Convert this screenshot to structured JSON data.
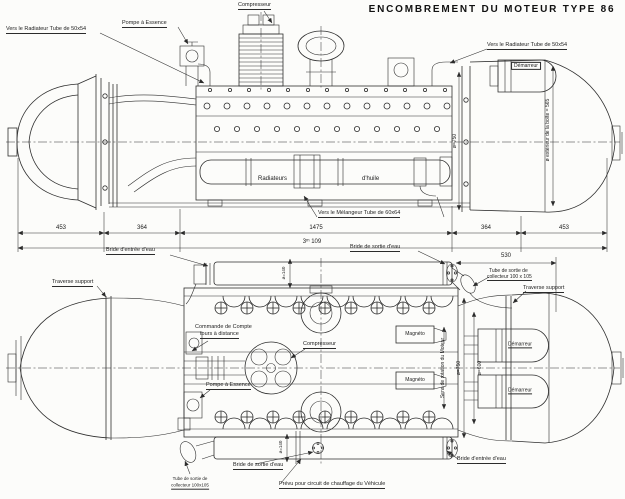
{
  "title": "ENCOMBREMENT DU MOTEUR TYPE 86",
  "top_view": {
    "compresseur": "Compresseur",
    "vers_radiateur_left": "Vers le Radiateur Tube de 50x54",
    "pompe_essence": "Pompe à Essence",
    "vers_radiateur_right": "Vers le Radiateur Tube de 50x54",
    "demarreur": "Démarreur",
    "radiateurs": "Radiateurs",
    "d_huile": "d'huile",
    "vers_melangeur": "Vers le Mélangeur Tube de 60x64",
    "dia_750": "ø=750",
    "dia_boite_565": "ø extérieur de la boîte = 565"
  },
  "dimensions": {
    "seg_453_left": "453",
    "seg_364_left": "364",
    "seg_1475": "1475",
    "seg_364_right": "364",
    "seg_453_right": "453",
    "total": "3ᵐ 109"
  },
  "bottom_view": {
    "bride_entree_eau_top": "Bride d'entrée d'eau",
    "bride_sortie_eau_top": "Bride de sortie d'eau",
    "dim_530": "530",
    "tube_sortie_line1": "Tube de sortie de",
    "tube_sortie_line2": "collecteur 100 x 105",
    "traverse_support_left": "Traverse support",
    "traverse_support_right": "Traverse support",
    "commande_line1": "Commande de Compte",
    "commande_line2": "tours à distance",
    "compresseur": "Compresseur",
    "pompe_essence": "Pompe à Essence",
    "magneto_top": "Magnéto",
    "magneto_bottom": "Magnéto",
    "sens_rotation": "Sens de rotation du Moteur",
    "dia_750": "ø=750",
    "dia_600": "ø=600",
    "demarreur_top": "Démarreur",
    "demarreur_bottom": "Démarreur",
    "dia_140_top": "ø=140",
    "dia_140_bottom": "ø=140",
    "tube_sortie_bottom_line1": "Tube de sortie de",
    "tube_sortie_bottom_line2": "collecteur 100x105",
    "bride_sortie_eau_bottom": "Bride de sortie d'eau",
    "prevu_chauffage": "Prévu pour circuit de chauffage du Véhicule",
    "bride_entree_eau_bottom": "Bride d'entrée d'eau"
  }
}
